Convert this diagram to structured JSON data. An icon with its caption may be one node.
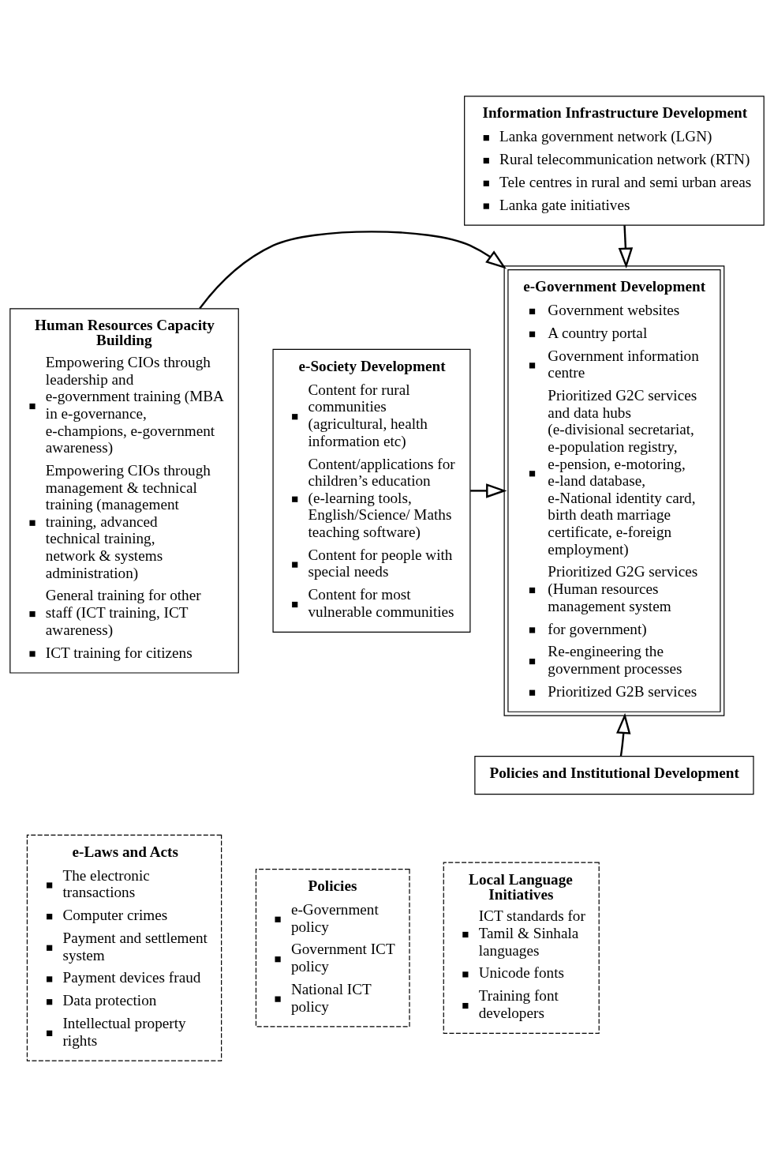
{
  "diagram": {
    "nodes": [
      {
        "text": [
          "Information Infrastructure Development",
          "Lanka government network (LGN)",
          "Rural telecommunication network (RTN)",
          "Tele centres in rural and semi urban areas",
          "Lanka gate initiatives"
        ]
      },
      {
        "text": [
          "Human Resources Capacity Building",
          "Empowering CIOs through leadership and e-government training (MBA in e-governance, e-champions, e-government awareness)",
          "Empowering CIOs through management & technical training (management training, advanced technical training, network & systems administration)",
          "General training for other staff (ICT training, ICT awareness)",
          "ICT training for citizens"
        ]
      },
      {
        "text": [
          "e-Government Development",
          "Government websites",
          "A country portal",
          "Government information centre",
          "Prioritized G2C services and data hubs (e-divisional secretariat, e-population registry, e-pension, e-motoring, e-land database, e-National identity card, birth death marriage certificate, e-foreign employment)",
          "Prioritized G2G services (Human resources management system",
          "for government)",
          "Re-engineering the government processes",
          "Prioritized G2B services"
        ]
      },
      {
        "text": [
          "e-Society Development",
          "Content for rural communities (agricultural, health information etc)",
          "Content/applications for children’s education (e-learning tools, English/Science/ Maths teaching software)",
          "Content for people with special needs",
          "Content for most vulnerable communities"
        ]
      },
      {
        "text": [
          "Policies and Institutional Development"
        ]
      },
      {
        "text": [
          "e-Laws and Acts",
          "The electronic transactions",
          "Computer crimes",
          "Payment and settlement system",
          "Payment devices fraud",
          "Data protection",
          "Intellectual property rights"
        ]
      },
      {
        "text": [
          "Policies",
          "e-Government policy",
          "Government ICT policy",
          "National ICT policy"
        ]
      },
      {
        "text": [
          "Local Language Initiatives",
          "ICT standards for Tamil & Sinhala languages",
          "Unicode fonts",
          "Training font developers"
        ]
      }
    ],
    "edges": [
      {
        "from": 0,
        "to": 2,
        "arrow": "to"
      },
      {
        "from": 1,
        "to": 2,
        "arrow": "to"
      },
      {
        "from": 3,
        "to": 2,
        "arrow": "to"
      },
      {
        "from": 4,
        "to": 2,
        "arrow": "to"
      }
    ]
  }
}
